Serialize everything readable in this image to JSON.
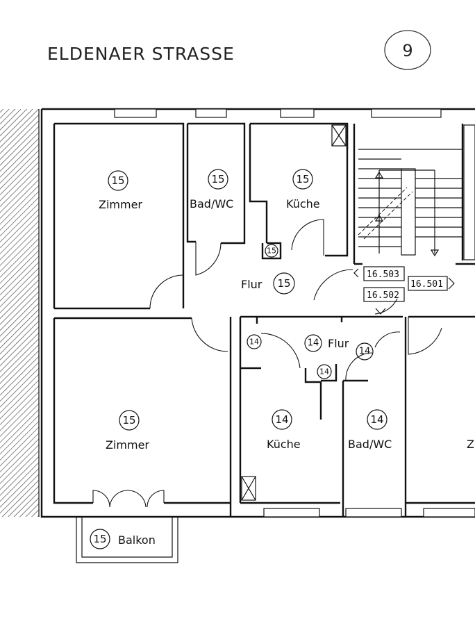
{
  "street_name": "ELDENAER STRASSE",
  "house_number": "9",
  "rooms": [
    {
      "id": "zimmer-top",
      "number": "15",
      "name": "Zimmer"
    },
    {
      "id": "bad-top",
      "number": "15",
      "name": "Bad/WC"
    },
    {
      "id": "kueche-top",
      "number": "15",
      "name": "Küche"
    },
    {
      "id": "flur-top",
      "number": "15",
      "name": "Flur"
    },
    {
      "id": "abstell-top",
      "number": "15",
      "name": ""
    },
    {
      "id": "zimmer-bottom",
      "number": "15",
      "name": "Zimmer"
    },
    {
      "id": "balkon",
      "number": "15",
      "name": "Balkon"
    },
    {
      "id": "kueche-bottom",
      "number": "14",
      "name": "Küche"
    },
    {
      "id": "bad-bottom",
      "number": "14",
      "name": "Bad/WC"
    },
    {
      "id": "flur-bottom",
      "number": "14",
      "name": "Flur"
    },
    {
      "id": "abstell-left",
      "number": "14",
      "name": ""
    },
    {
      "id": "abstell-mid",
      "number": "14",
      "name": ""
    },
    {
      "id": "flur-right",
      "number": "14",
      "name": ""
    },
    {
      "id": "zimmer-right",
      "number": "",
      "name": "Zi"
    }
  ],
  "unit_codes": [
    "16.503",
    "16.502",
    "16.501"
  ]
}
